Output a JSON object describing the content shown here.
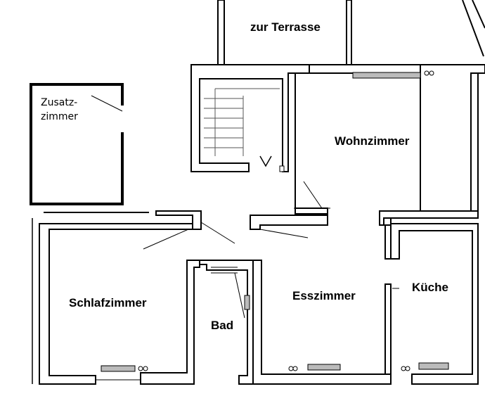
{
  "labels": {
    "terrace": "zur Terrasse",
    "extra_room_line1": "Zusatz-",
    "extra_room_line2": "zimmer",
    "living_room": "Wohnzimmer",
    "bedroom": "Schlafzimmer",
    "bathroom": "Bad",
    "dining_room": "Esszimmer",
    "kitchen": "Küche"
  }
}
